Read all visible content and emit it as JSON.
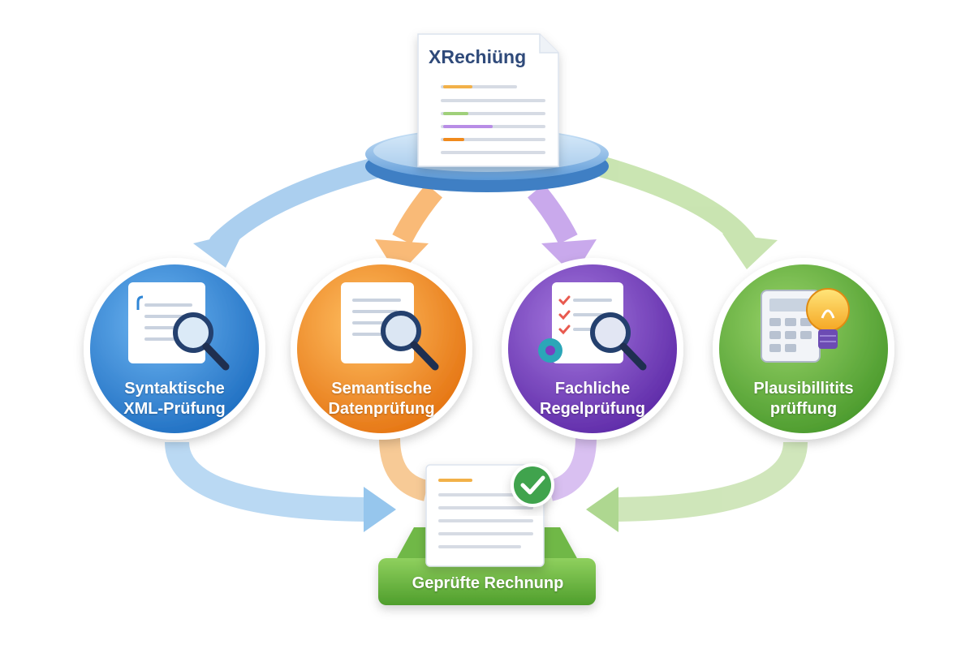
{
  "source_document": {
    "title": "XRechiüng",
    "icon": "document-icon"
  },
  "steps": [
    {
      "line1": "Syntaktische",
      "line2": "XML-Prüfung",
      "color": "#2f86d6",
      "icon": "document-search-icon"
    },
    {
      "line1": "Semantische",
      "line2": "Datenprüfung",
      "color": "#f08a1f",
      "icon": "document-search-icon"
    },
    {
      "line1": "Fachliche",
      "line2": "Regelprüfung",
      "color": "#7a3fc0",
      "icon": "checklist-search-icon"
    },
    {
      "line1": "Plausibillitits",
      "line2": "prüffung",
      "color": "#5fae3a",
      "icon": "calculator-lightbulb-icon"
    }
  ],
  "result": {
    "label": "Geprüfte Rechnunp",
    "icon": "checkmark-icon",
    "color": "#6cb93f"
  }
}
